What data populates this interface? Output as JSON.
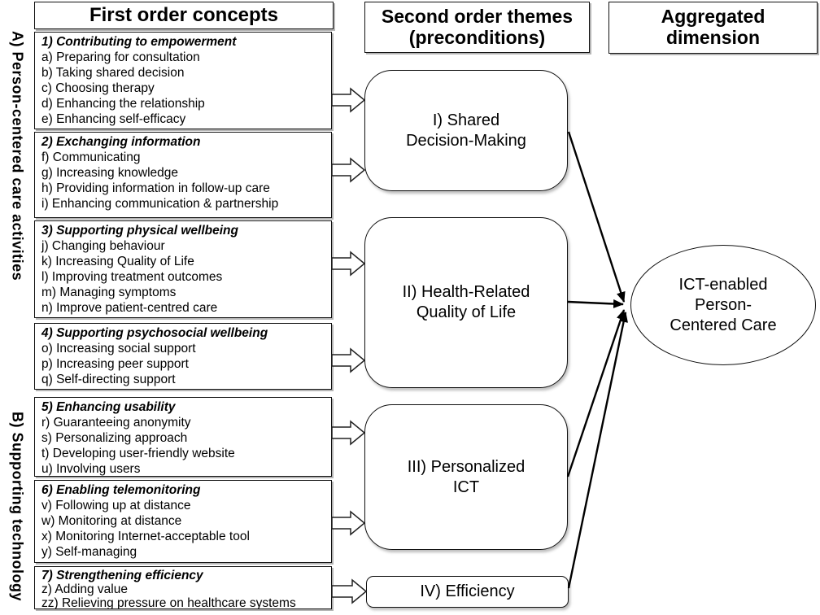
{
  "headers": {
    "first_order": "First order concepts",
    "second_order": "Second order themes\n(preconditions)",
    "aggregated": "Aggregated\ndimension"
  },
  "side_labels": {
    "a": "A) Person-centered care activities",
    "b": "B) Supporting technology"
  },
  "concept_groups": [
    {
      "title": "1) Contributing to empowerment",
      "items": [
        "a) Preparing for consultation",
        "b) Taking shared decision",
        "c) Choosing therapy",
        "d) Enhancing the relationship",
        "e) Enhancing self-efficacy"
      ]
    },
    {
      "title": "2) Exchanging information",
      "items": [
        "f) Communicating",
        "g) Increasing knowledge",
        "h) Providing information in follow-up care",
        "i) Enhancing communication & partnership"
      ]
    },
    {
      "title": "3) Supporting physical wellbeing",
      "items": [
        "j) Changing behaviour",
        "k) Increasing Quality of Life",
        "l) Improving treatment outcomes",
        "m) Managing symptoms",
        "n) Improve patient-centred care"
      ]
    },
    {
      "title": "4) Supporting psychosocial wellbeing",
      "items": [
        "o) Increasing social support",
        "p) Increasing peer support",
        "q) Self-directing support"
      ]
    },
    {
      "title": "5) Enhancing usability",
      "items": [
        "r) Guaranteeing anonymity",
        "s) Personalizing approach",
        "t) Developing user-friendly website",
        "u) Involving users"
      ]
    },
    {
      "title": "6) Enabling telemonitoring",
      "items": [
        "v) Following up at distance",
        "w) Monitoring at distance",
        "x) Monitoring Internet-acceptable tool",
        "y) Self-managing"
      ]
    },
    {
      "title": "7) Strengthening efficiency",
      "items": [
        "z) Adding value",
        "zz) Relieving pressure on healthcare systems"
      ]
    }
  ],
  "themes": [
    {
      "numeral": "I",
      "label": "I) Shared\nDecision-Making"
    },
    {
      "numeral": "II",
      "label": "II) Health-Related\nQuality of Life"
    },
    {
      "numeral": "III",
      "label": "III) Personalized\nICT"
    },
    {
      "numeral": "IV",
      "label": "IV) Efficiency"
    }
  ],
  "aggregated_node": {
    "label": "ICT-enabled\nPerson-\nCentered Care"
  },
  "colors": {
    "text": "#000000",
    "border": "#111111",
    "background": "#ffffff",
    "shadow": "#b5b5b5"
  }
}
